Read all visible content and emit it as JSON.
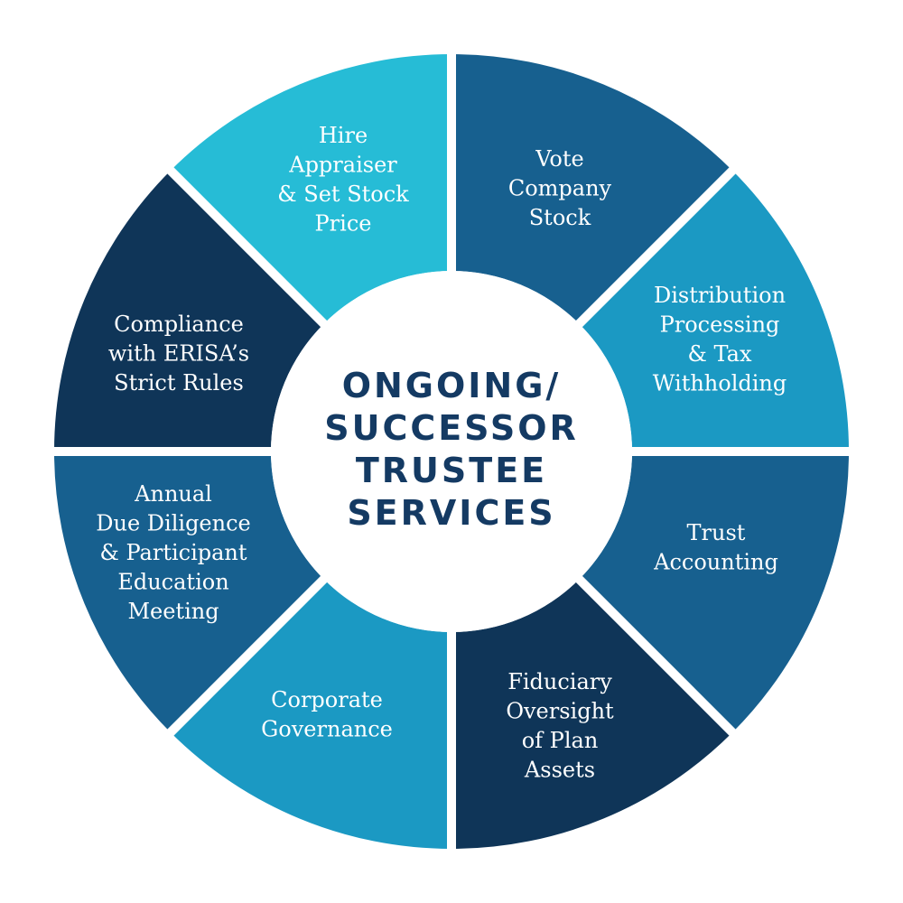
{
  "center": {
    "lines": [
      "ONGOING/",
      "SUCCESSOR",
      "TRUSTEE",
      "SERVICES"
    ]
  },
  "segments": [
    {
      "id": "vote-company-stock",
      "lines": [
        "Vote",
        "Company",
        "Stock"
      ],
      "color": "#17608f"
    },
    {
      "id": "distribution-processing",
      "lines": [
        "Distribution",
        "Processing",
        "& Tax",
        "Withholding"
      ],
      "color": "#1b99c3"
    },
    {
      "id": "trust-accounting",
      "lines": [
        "Trust",
        "Accounting"
      ],
      "color": "#17608f"
    },
    {
      "id": "fiduciary-oversight",
      "lines": [
        "Fiduciary",
        "Oversight",
        "of Plan",
        "Assets"
      ],
      "color": "#0f3558"
    },
    {
      "id": "corporate-governance",
      "lines": [
        "Corporate",
        "Governance"
      ],
      "color": "#1b99c3"
    },
    {
      "id": "annual-due-diligence",
      "lines": [
        "Annual",
        "Due Diligence",
        "& Participant",
        "Education",
        "Meeting"
      ],
      "color": "#17608f"
    },
    {
      "id": "compliance-erisa",
      "lines": [
        "Compliance",
        "with ERISA’s",
        "Strict Rules"
      ],
      "color": "#0f3558"
    },
    {
      "id": "hire-appraiser",
      "lines": [
        "Hire",
        "Appraiser",
        "& Set Stock",
        "Price"
      ],
      "color": "#26bcd6"
    }
  ],
  "colors": {
    "center_text": "#143a63",
    "separator": "#ffffff",
    "center_fill": "#ffffff"
  }
}
